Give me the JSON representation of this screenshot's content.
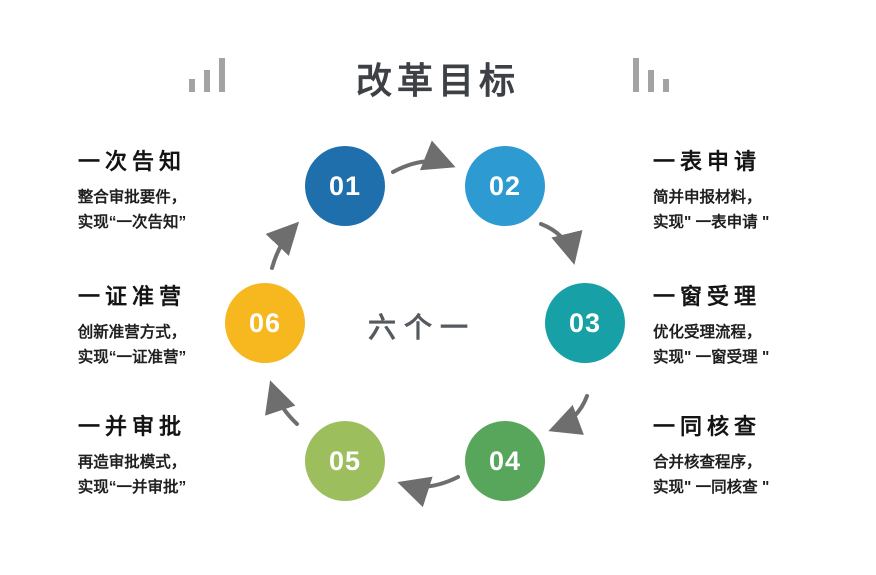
{
  "title": "改革目标",
  "center_label": "六个一",
  "decor": {
    "left_icon": "ascending-bars-icon",
    "right_icon": "descending-bars-icon",
    "bar_color": "#a3a3a3",
    "arrow_color": "#6e6e6e"
  },
  "steps": [
    {
      "num": "01",
      "color": "#1f6fad",
      "title": "一次告知",
      "desc_line1": "整合审批要件，",
      "desc_line2": "实现“一次告知”"
    },
    {
      "num": "02",
      "color": "#2d9ad2",
      "title": "一表申请",
      "desc_line1": "简并申报材料，",
      "desc_line2": "实现\" 一表申请 \""
    },
    {
      "num": "03",
      "color": "#17a0a6",
      "title": "一窗受理",
      "desc_line1": "优化受理流程，",
      "desc_line2": "实现\" 一窗受理 \""
    },
    {
      "num": "04",
      "color": "#58a55c",
      "title": "一同核查",
      "desc_line1": "合并核查程序，",
      "desc_line2": "实现\" 一同核查 \""
    },
    {
      "num": "05",
      "color": "#9cbe5d",
      "title": "一并审批",
      "desc_line1": "再造审批模式，",
      "desc_line2": "实现“一并审批”"
    },
    {
      "num": "06",
      "color": "#f6b71f",
      "title": "一证准营",
      "desc_line1": "创新准营方式，",
      "desc_line2": "实现“一证准营”"
    }
  ]
}
